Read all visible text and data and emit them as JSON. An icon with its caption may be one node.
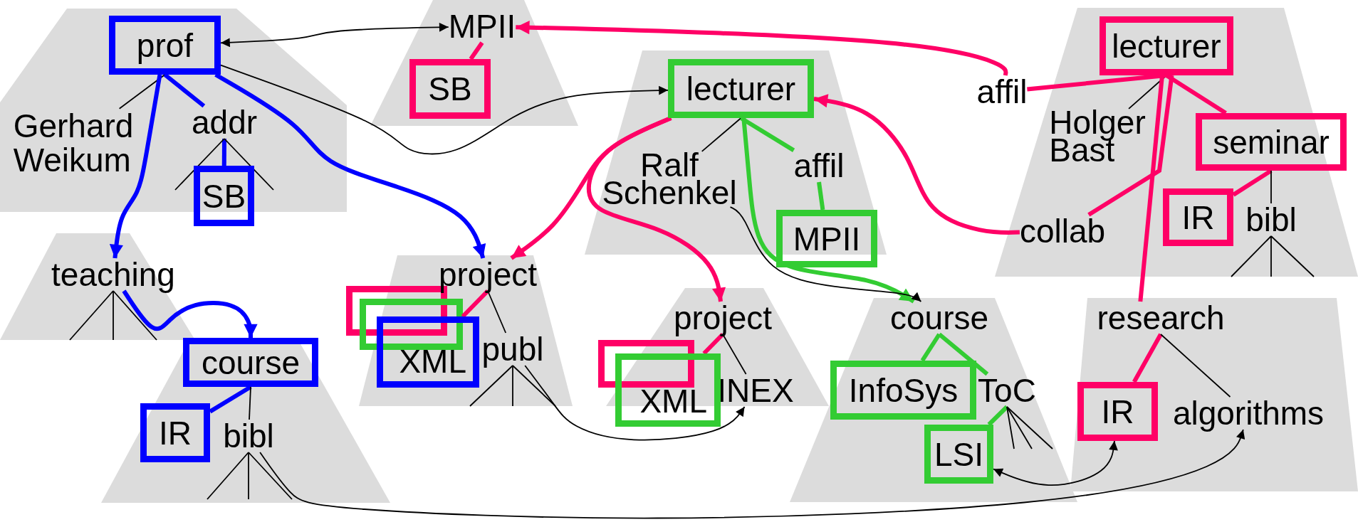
{
  "diagram": {
    "nodes": [
      {
        "text": [],
        "shape": "trapezoid"
      },
      {
        "text": [
          "prof"
        ],
        "in": 0
      },
      {
        "text": [
          "Gerhard Weikum"
        ],
        "in": 0
      },
      {
        "text": [
          "addr"
        ],
        "in": 0
      },
      {
        "text": [
          "SB"
        ]
      },
      {
        "text": [],
        "shape": "trapezoid"
      },
      {
        "text": [
          "MPII"
        ],
        "in": 5
      },
      {
        "text": [
          "SB"
        ],
        "in": 5
      },
      {
        "text": [],
        "shape": "trapezoid"
      },
      {
        "text": [
          "lecturer"
        ],
        "in": 8
      },
      {
        "text": [
          "Ralf Schenkel"
        ],
        "in": 8
      },
      {
        "text": [
          "affil"
        ],
        "in": 8
      },
      {
        "text": [
          "MPII"
        ]
      },
      {
        "text": [
          "affil"
        ]
      },
      {
        "text": [],
        "shape": "trapezoid"
      },
      {
        "text": [
          "lecturer"
        ],
        "in": 14
      },
      {
        "text": [
          "Holger Bast"
        ],
        "in": 14
      },
      {
        "text": [
          "seminar"
        ],
        "in": 14
      },
      {
        "text": [
          "collab"
        ],
        "in": 14
      },
      {
        "text": [
          "IR"
        ],
        "in": 14
      },
      {
        "text": [
          "bibl"
        ],
        "in": 14
      },
      {
        "text": [],
        "shape": "trapezoid"
      },
      {
        "text": [
          "teaching"
        ],
        "in": 21
      },
      {
        "text": [],
        "shape": "trapezoid"
      },
      {
        "text": [
          "course"
        ],
        "in": 23
      },
      {
        "text": [
          "IR"
        ],
        "in": 23
      },
      {
        "text": [
          "bibl"
        ],
        "in": 23
      },
      {
        "text": [],
        "shape": "trapezoid"
      },
      {
        "text": [
          "project"
        ],
        "in": 27
      },
      {
        "text": [
          "XML"
        ],
        "in": 27
      },
      {
        "text": [
          "publ"
        ],
        "in": 27
      },
      {
        "text": [],
        "shape": "trapezoid"
      },
      {
        "text": [
          "project"
        ],
        "in": 31
      },
      {
        "text": [
          "XML"
        ]
      },
      {
        "text": [
          "INEX"
        ],
        "in": 31
      },
      {
        "text": [],
        "shape": "trapezoid"
      },
      {
        "text": [
          "course"
        ],
        "in": 35
      },
      {
        "text": [
          "InfoSys"
        ],
        "in": 35
      },
      {
        "text": [
          "ToC"
        ],
        "in": 35
      },
      {
        "text": [
          "LSI"
        ],
        "in": 35
      },
      {
        "text": [],
        "shape": "trapezoid"
      },
      {
        "text": [
          "research"
        ],
        "in": 40
      },
      {
        "text": [
          "IR"
        ],
        "in": 40
      },
      {
        "text": [
          "algorithms"
        ],
        "in": 40
      }
    ],
    "edges": [
      {
        "from": 6,
        "to": 1,
        "arrow": "both"
      },
      {
        "from": 1,
        "to": 2,
        "arrow": "none"
      },
      {
        "from": 1,
        "to": 3,
        "arrow": "none",
        "style": "thick",
        "color": "#0000ff"
      },
      {
        "from": 3,
        "to": 4,
        "arrow": "none",
        "style": "thick",
        "color": "#0000ff"
      },
      {
        "from": 1,
        "to": 22,
        "arrow": "to",
        "style": "thick",
        "color": "#0000ff"
      },
      {
        "from": 1,
        "to": 28,
        "arrow": "to",
        "style": "thick",
        "color": "#0000ff"
      },
      {
        "from": 1,
        "to": 9,
        "arrow": "to"
      },
      {
        "from": 6,
        "to": 7,
        "arrow": "none",
        "style": "thick",
        "color": "#ff0066"
      },
      {
        "from": 9,
        "to": 10,
        "arrow": "none"
      },
      {
        "from": 9,
        "to": 11,
        "arrow": "none",
        "style": "thick",
        "color": "#33cc33"
      },
      {
        "from": 11,
        "to": 12,
        "arrow": "none",
        "style": "thick",
        "color": "#33cc33"
      },
      {
        "from": 9,
        "to": 28,
        "arrow": "to",
        "style": "thick",
        "color": "#ff0066"
      },
      {
        "from": 9,
        "to": 32,
        "arrow": "to",
        "style": "thick",
        "color": "#ff0066"
      },
      {
        "from": 9,
        "to": 36,
        "arrow": "to",
        "style": "thick",
        "color": "#33cc33"
      },
      {
        "from": 10,
        "to": 36,
        "arrow": "to"
      },
      {
        "from": 15,
        "to": 16,
        "arrow": "none"
      },
      {
        "from": 15,
        "to": 13,
        "arrow": "none",
        "style": "thick",
        "color": "#ff0066"
      },
      {
        "from": 13,
        "to": 6,
        "arrow": "to",
        "style": "thick",
        "color": "#ff0066"
      },
      {
        "from": 18,
        "to": 15,
        "arrow": "none",
        "style": "thick",
        "color": "#ff0066"
      },
      {
        "from": 18,
        "to": 9,
        "arrow": "to",
        "style": "thick",
        "color": "#ff0066"
      },
      {
        "from": 15,
        "to": 17,
        "arrow": "none",
        "style": "thick",
        "color": "#ff0066"
      },
      {
        "from": 17,
        "to": 19,
        "arrow": "none",
        "style": "thick",
        "color": "#ff0066"
      },
      {
        "from": 17,
        "to": 20,
        "arrow": "none"
      },
      {
        "from": 15,
        "to": 41,
        "arrow": "none",
        "style": "thick",
        "color": "#ff0066"
      },
      {
        "from": 24,
        "to": 25,
        "arrow": "none",
        "style": "thick",
        "color": "#0000ff"
      },
      {
        "from": 24,
        "to": 26,
        "arrow": "none"
      },
      {
        "from": 22,
        "to": 24,
        "arrow": "to",
        "style": "thick",
        "color": "#0000ff"
      },
      {
        "from": 26,
        "to": 43,
        "arrow": "to"
      },
      {
        "from": 28,
        "to": 29,
        "arrow": "none",
        "style": "thick",
        "color": "#ff0066"
      },
      {
        "from": 28,
        "to": 30,
        "arrow": "none"
      },
      {
        "from": 30,
        "to": 34,
        "arrow": "to"
      },
      {
        "from": 32,
        "to": 33,
        "arrow": "none",
        "style": "thick",
        "color": "#ff0066"
      },
      {
        "from": 32,
        "to": 34,
        "arrow": "none"
      },
      {
        "from": 36,
        "to": 37,
        "arrow": "none",
        "style": "thick",
        "color": "#33cc33"
      },
      {
        "from": 36,
        "to": 38,
        "arrow": "none",
        "style": "thick",
        "color": "#33cc33"
      },
      {
        "from": 38,
        "to": 39,
        "arrow": "none",
        "style": "thick",
        "color": "#33cc33"
      },
      {
        "from": 42,
        "to": 39,
        "arrow": "both"
      },
      {
        "from": 41,
        "to": 42,
        "arrow": "none",
        "style": "thick",
        "color": "#ff0066"
      },
      {
        "from": 41,
        "to": 43,
        "arrow": "none"
      },
      {
        "from": 3,
        "to": null,
        "arrow": "none"
      },
      {
        "from": 3,
        "to": null,
        "arrow": "none"
      },
      {
        "from": 22,
        "to": null,
        "arrow": "none"
      },
      {
        "from": 22,
        "to": null,
        "arrow": "none"
      },
      {
        "from": 22,
        "to": null,
        "arrow": "none"
      },
      {
        "from": 26,
        "to": null,
        "arrow": "none"
      },
      {
        "from": 26,
        "to": null,
        "arrow": "none"
      },
      {
        "from": 26,
        "to": null,
        "arrow": "none"
      },
      {
        "from": 30,
        "to": null,
        "arrow": "none"
      },
      {
        "from": 30,
        "to": null,
        "arrow": "none"
      },
      {
        "from": 30,
        "to": null,
        "arrow": "none"
      },
      {
        "from": 20,
        "to": null,
        "arrow": "none"
      },
      {
        "from": 20,
        "to": null,
        "arrow": "none"
      },
      {
        "from": 20,
        "to": null,
        "arrow": "none"
      },
      {
        "from": 38,
        "to": null,
        "arrow": "none"
      },
      {
        "from": 38,
        "to": null,
        "arrow": "none"
      },
      {
        "from": 38,
        "to": null,
        "arrow": "none"
      }
    ]
  }
}
